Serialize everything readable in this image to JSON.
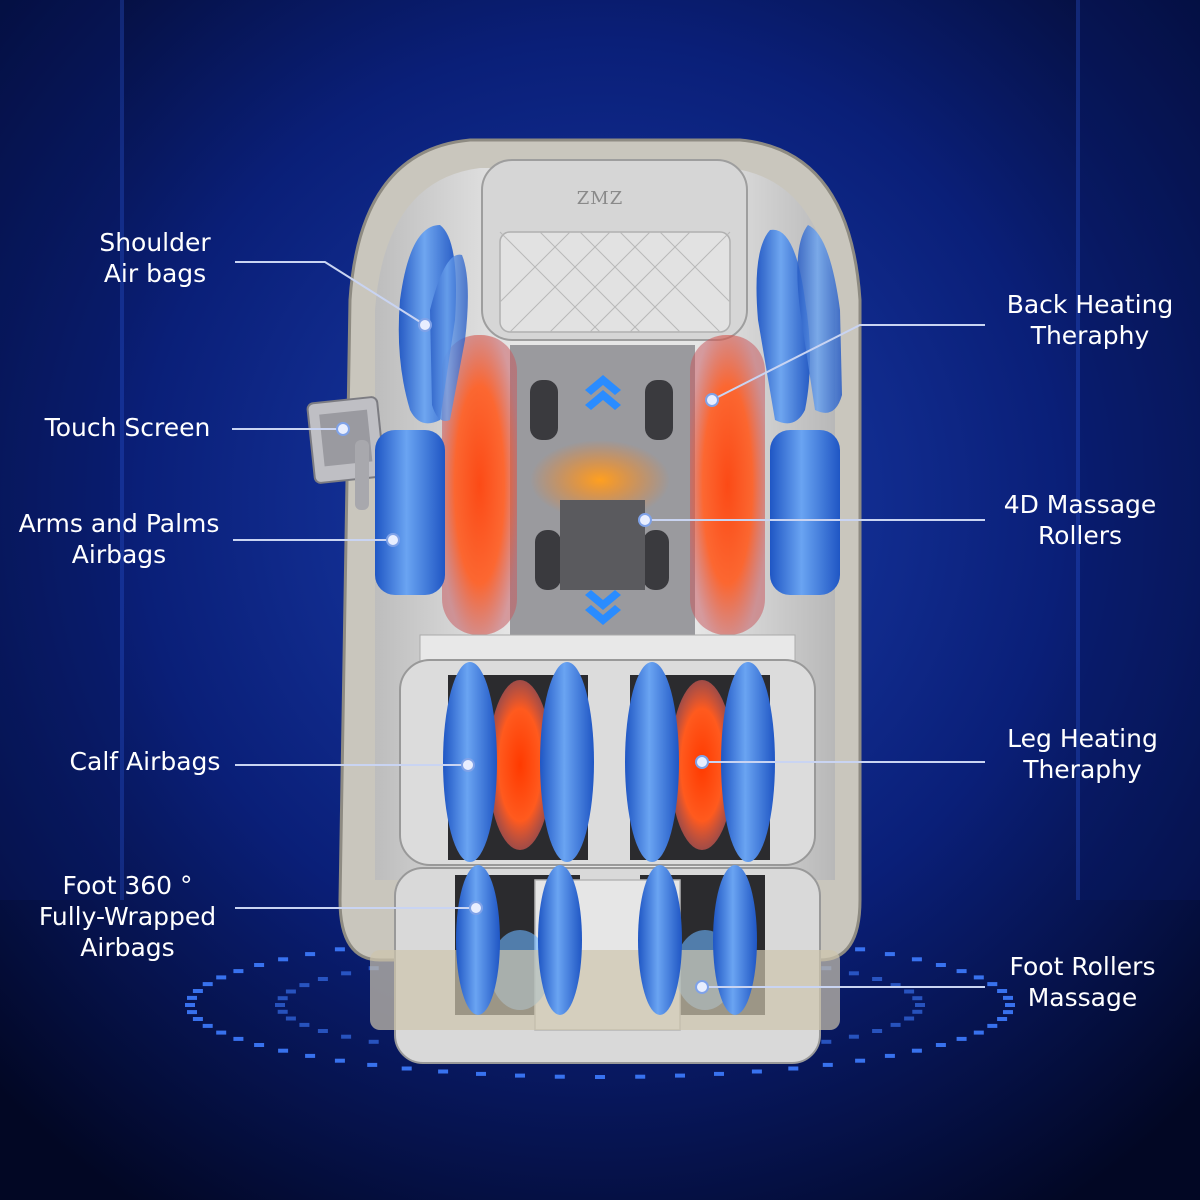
{
  "brand": "ZMZ",
  "colors": {
    "background_center": "#1b3fb0",
    "background_edge": "#020724",
    "chair_shell": "#d8d8d8",
    "chair_frame": "#c7c2b3",
    "airbag_blue": "#3d7be0",
    "heating_orange": "#ff4a12",
    "leader_line": "#c9d4f2",
    "ring_dots": "#3e7cff"
  },
  "features": [
    {
      "id": "shoulder-airbags",
      "lines": [
        "Shoulder",
        "Air bags"
      ],
      "side": "left"
    },
    {
      "id": "touch-screen",
      "lines": [
        "Touch Screen"
      ],
      "side": "left"
    },
    {
      "id": "arms-palms-airbags",
      "lines": [
        "Arms and Palms",
        "Airbags"
      ],
      "side": "left"
    },
    {
      "id": "calf-airbags",
      "lines": [
        "Calf Airbags"
      ],
      "side": "left"
    },
    {
      "id": "foot-airbags",
      "lines": [
        "Foot 360 °",
        "Fully-Wrapped",
        "Airbags"
      ],
      "side": "left"
    },
    {
      "id": "back-heating",
      "lines": [
        "Back Heating",
        "Theraphy"
      ],
      "side": "right"
    },
    {
      "id": "massage-rollers",
      "lines": [
        "4D Massage",
        "Rollers"
      ],
      "side": "right"
    },
    {
      "id": "leg-heating",
      "lines": [
        "Leg Heating",
        "Theraphy"
      ],
      "side": "right"
    },
    {
      "id": "foot-rollers",
      "lines": [
        "Foot Rollers",
        "Massage"
      ],
      "side": "right"
    }
  ]
}
